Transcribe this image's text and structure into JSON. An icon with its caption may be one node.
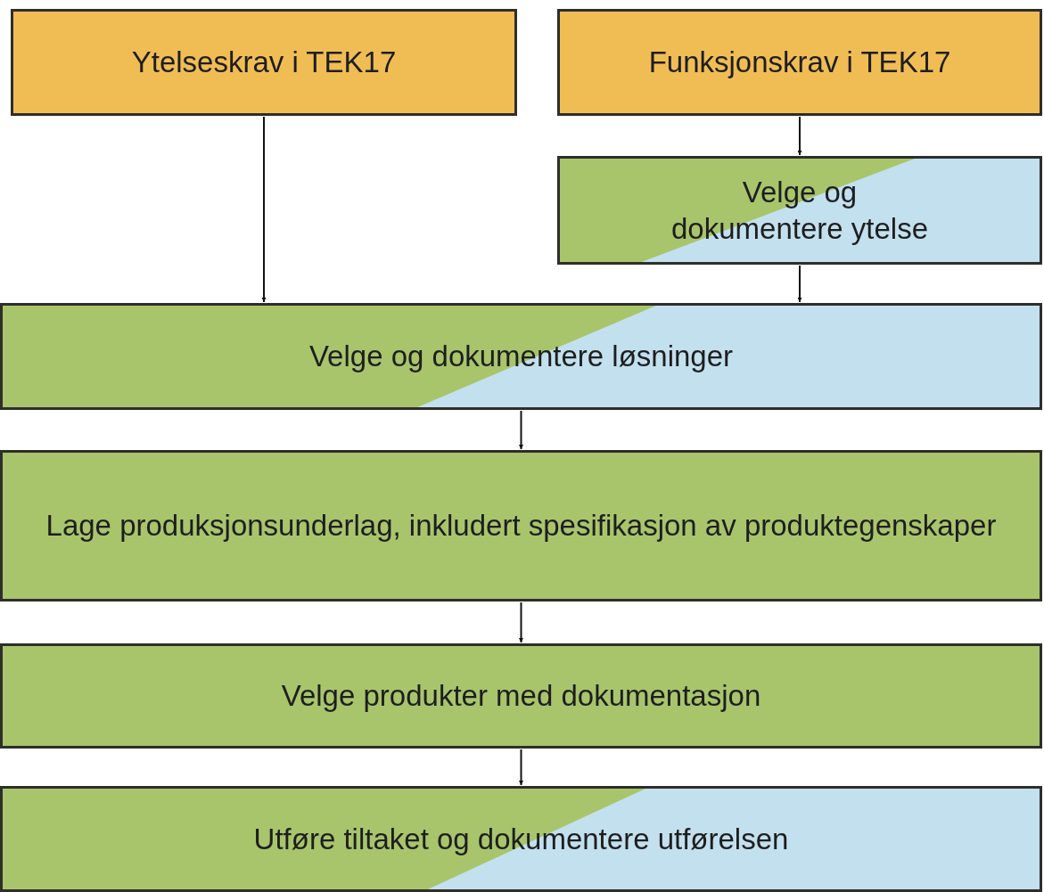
{
  "diagram": {
    "nodes": [
      {
        "text": [
          "Ytelseskrav i TEK17"
        ]
      },
      {
        "text": [
          "Funksjonskrav i TEK17"
        ]
      },
      {
        "text": [
          "Velge og dokumentere ytelse"
        ]
      },
      {
        "text": [
          "Velge og dokumentere løsninger"
        ]
      },
      {
        "text": [
          "Lage produksjonsunderlag, inkludert spesifikasjon av produktegenskaper"
        ]
      },
      {
        "text": [
          "Velge produkter med dokumentasjon"
        ]
      },
      {
        "text": [
          "Utføre tiltaket og dokumentere utførelsen"
        ]
      }
    ],
    "edges": [
      {
        "from": 0,
        "to": 3,
        "arrow": "to"
      },
      {
        "from": 1,
        "to": 2,
        "arrow": "to"
      },
      {
        "from": 2,
        "to": 3,
        "arrow": "to"
      },
      {
        "from": 3,
        "to": 4,
        "arrow": "to"
      },
      {
        "from": 4,
        "to": 5,
        "arrow": "to"
      },
      {
        "from": 5,
        "to": 6,
        "arrow": "to"
      }
    ]
  }
}
